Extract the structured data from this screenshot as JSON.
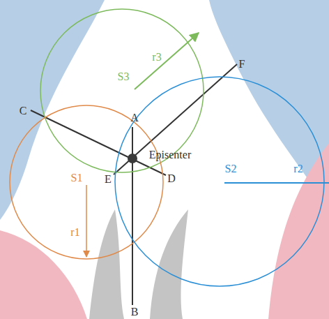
{
  "diagram": {
    "nodes": [
      {
        "text": [
          "S3",
          "r3"
        ]
      },
      {
        "text": [
          "S1",
          "r1"
        ]
      },
      {
        "text": [
          "S2",
          "r2"
        ]
      }
    ],
    "labels": [
      "A",
      "B",
      "C",
      "D",
      "E",
      "F",
      "Episenter"
    ]
  }
}
